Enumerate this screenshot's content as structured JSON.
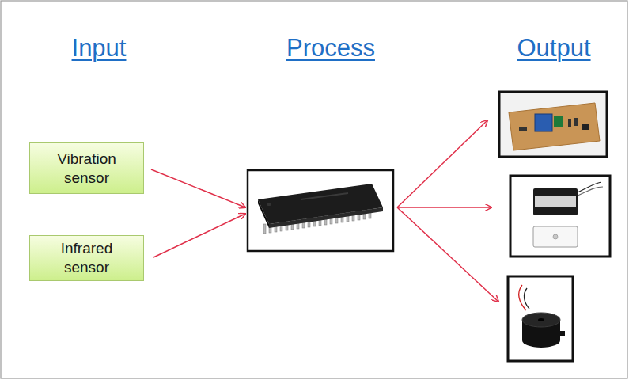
{
  "diagram": {
    "nodes": [
      {
        "text": [
          "Vibration sensor"
        ]
      },
      {
        "text": [
          "Infrared sensor"
        ]
      }
    ],
    "labels": [
      "Input",
      "Process",
      "Output"
    ]
  }
}
